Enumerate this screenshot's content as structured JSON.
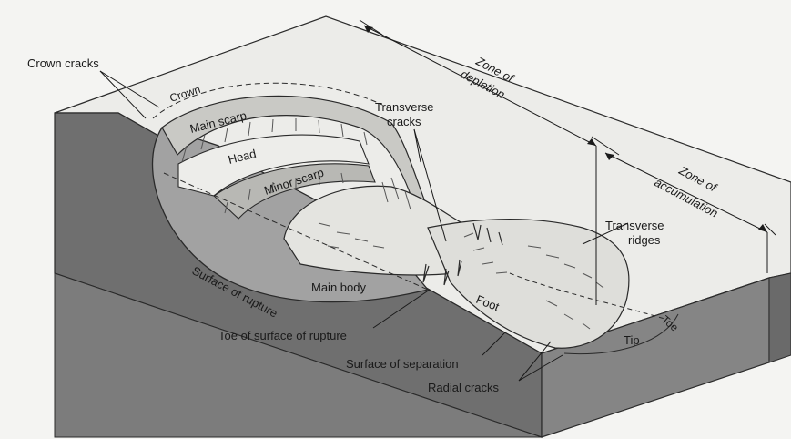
{
  "labels": {
    "crown_cracks": "Crown cracks",
    "crown": "Crown",
    "main_scarp": "Main scarp",
    "head": "Head",
    "minor_scarp": "Minor scarp",
    "transverse_cracks_1": "Transverse",
    "transverse_cracks_2": "cracks",
    "zone_depletion_1": "Zone of",
    "zone_depletion_2": "depletion",
    "zone_accumulation_1": "Zone of",
    "zone_accumulation_2": "accumulation",
    "transverse_ridges_1": "Transverse",
    "transverse_ridges_2": "ridges",
    "surface_of_rupture": "Surface of rupture",
    "main_body": "Main body",
    "foot": "Foot",
    "tip": "Tip",
    "toe": "Toe",
    "toe_of_surface_of_rupture": "Toe of surface of rupture",
    "surface_of_separation": "Surface of separation",
    "radial_cracks": "Radial cracks"
  },
  "colors": {
    "block_side": "#6b6b6b",
    "block_front": "#7a7a7a",
    "block_top": "#ebebe8",
    "rupture_surface": "#9a9a9a",
    "landslide_mass": "#e2e2de",
    "ink": "#1a1a1a"
  }
}
